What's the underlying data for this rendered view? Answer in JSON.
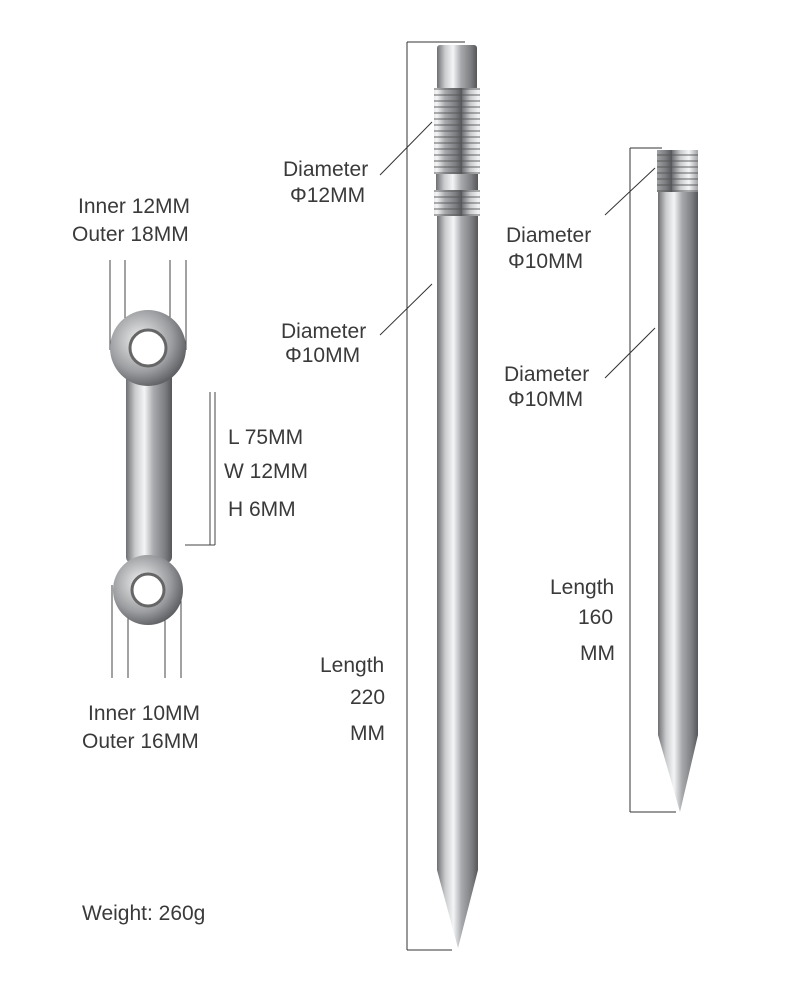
{
  "link": {
    "top_inner": "Inner 12MM",
    "top_outer": "Outer 18MM",
    "length": "L 75MM",
    "width": "W 12MM",
    "height": "H 6MM",
    "bottom_inner": "Inner 10MM",
    "bottom_outer": "Outer 16MM"
  },
  "weight": "Weight: 260g",
  "rod_long": {
    "thread_label": "Diameter",
    "thread_value": "Φ12MM",
    "body_label": "Diameter",
    "body_value": "Φ10MM",
    "length_label": "Length",
    "length_value": "220",
    "length_unit": "MM"
  },
  "rod_short": {
    "thread_label": "Diameter",
    "thread_value": "Φ10MM",
    "body_label": "Diameter",
    "body_value": "Φ10MM",
    "length_label": "Length",
    "length_value": "160",
    "length_unit": "MM"
  }
}
